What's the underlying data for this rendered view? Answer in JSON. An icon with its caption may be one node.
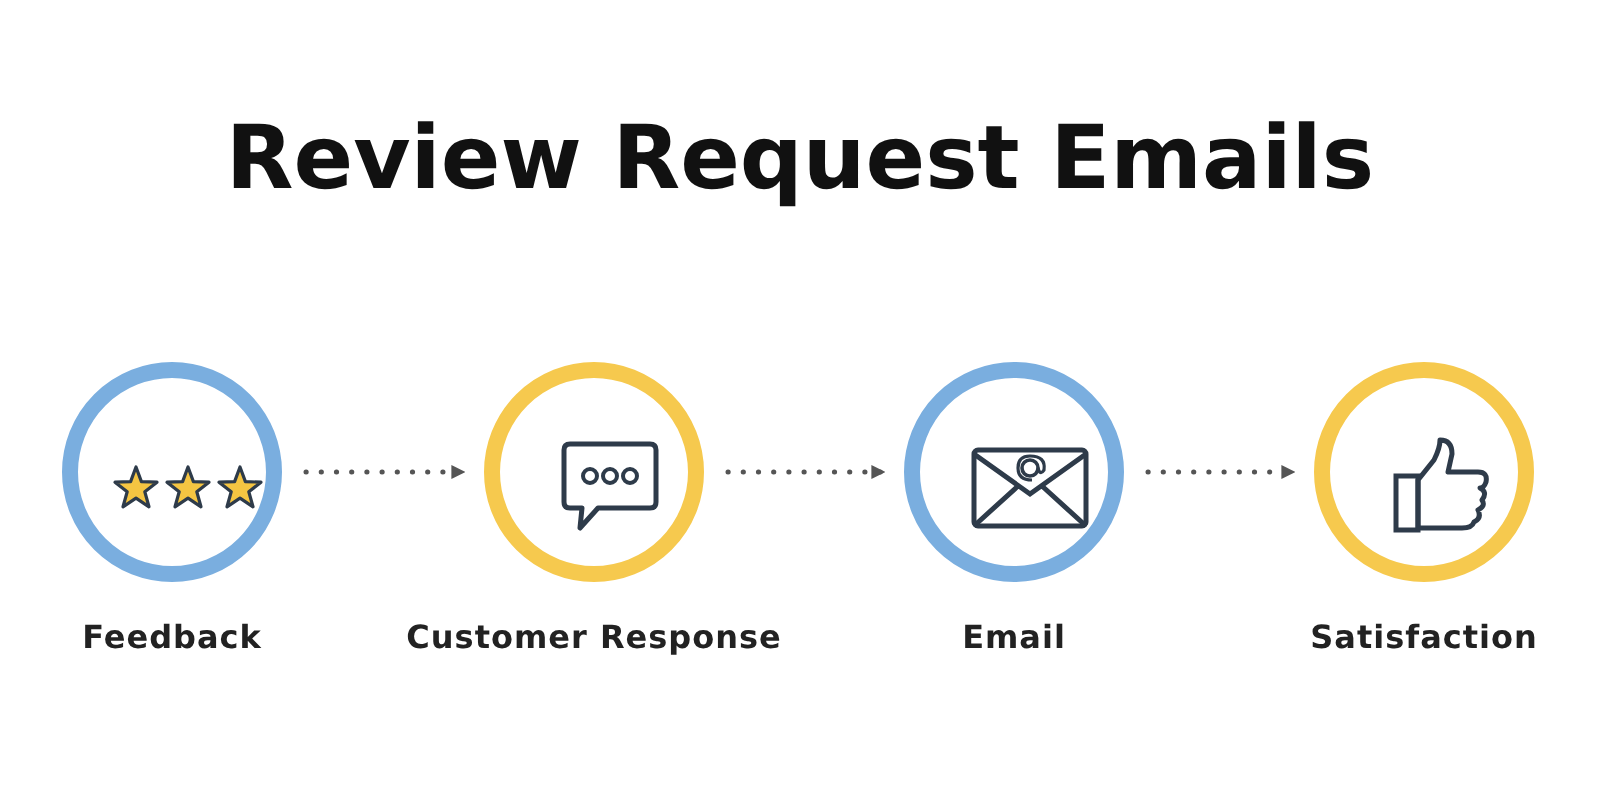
{
  "diagram": {
    "title": "Review Request Emails",
    "nodes": [
      {
        "text": [
          "Feedback"
        ]
      },
      {
        "text": [
          "Customer Response"
        ]
      },
      {
        "text": [
          "Email"
        ]
      },
      {
        "text": [
          "Satisfaction"
        ]
      }
    ],
    "edges": [
      {
        "from": 0,
        "to": 1,
        "arrow": "to",
        "style": "dashed"
      },
      {
        "from": 1,
        "to": 2,
        "arrow": "to",
        "style": "dashed"
      },
      {
        "from": 2,
        "to": 3,
        "arrow": "to",
        "style": "dashed"
      }
    ]
  }
}
